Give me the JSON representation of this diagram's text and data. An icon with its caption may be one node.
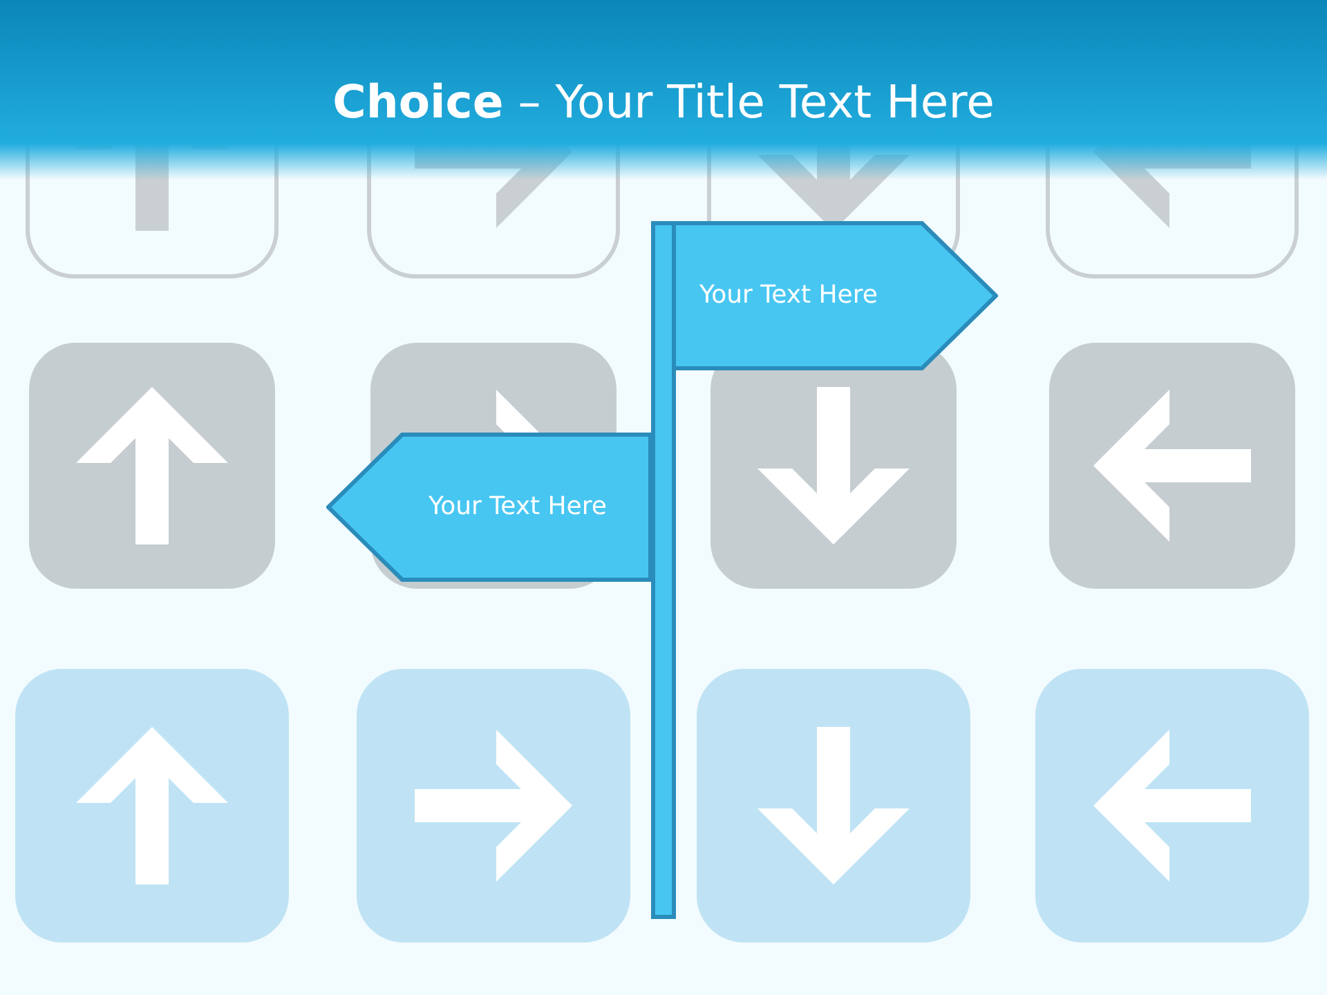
{
  "diagram": {
    "title": "**Choice** – Your Title Text Here",
    "nodes": [
      {
        "text": [],
        "shape": "bar"
      },
      {
        "text": [
          "Your Text Here"
        ]
      },
      {
        "text": [
          "Your Text Here"
        ]
      }
    ]
  }
}
